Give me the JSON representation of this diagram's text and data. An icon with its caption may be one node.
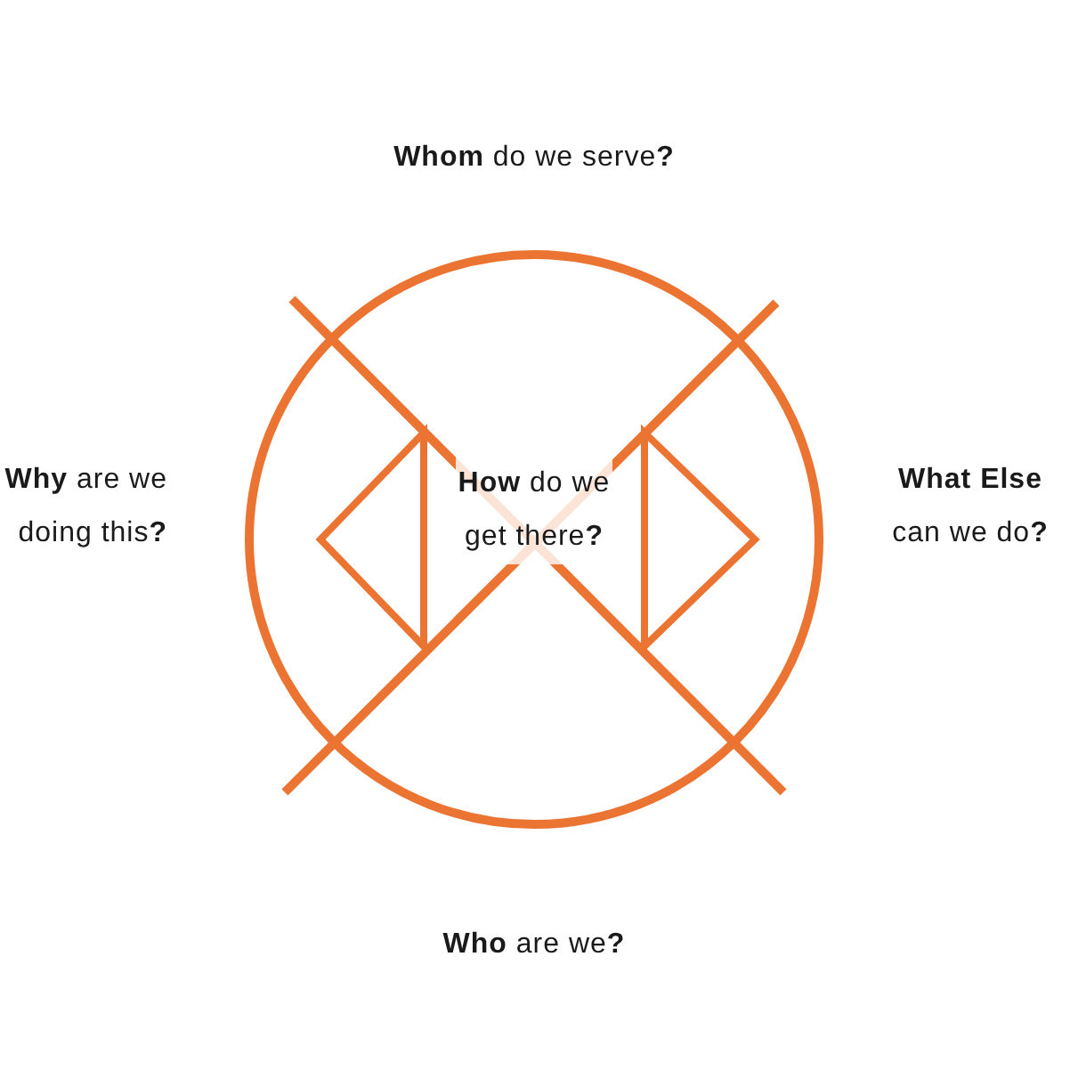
{
  "diagram": {
    "labels": [
      "**Whom** do we serve**?**",
      "**Why** are we doing this**?**",
      "**How** do we get there**?**",
      "**What Else** can we do**?**",
      "**Who** are we**?**"
    ]
  }
}
